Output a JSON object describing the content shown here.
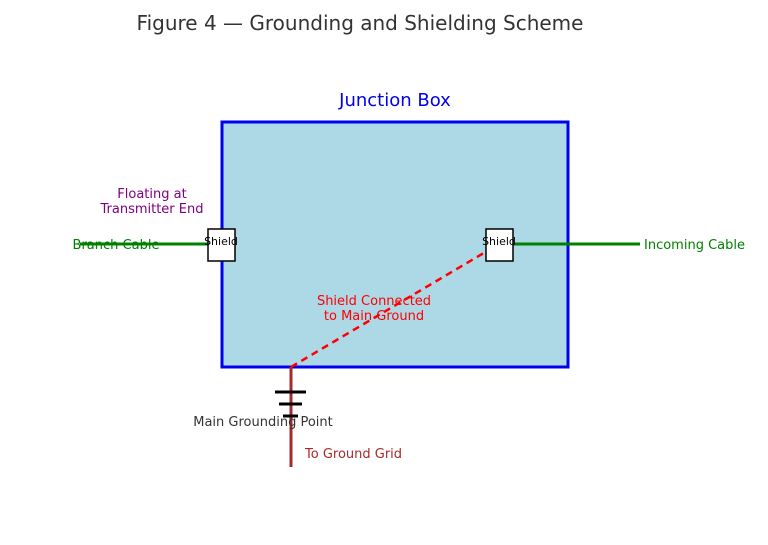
{
  "figure": {
    "title": "Figure 4 — Grounding and Shielding Scheme"
  },
  "junction_box": {
    "label": "Junction Box",
    "fill_color": "#add8e6",
    "border_color": "#0000ee"
  },
  "cables": {
    "incoming_label": "Incoming Cable",
    "branch_label": "Branch Cable",
    "color": "#008000"
  },
  "shields": {
    "left_label": "Shield",
    "right_label": "Shield"
  },
  "annotations": {
    "floating_line1": "Floating at",
    "floating_line2": "Transmitter End",
    "floating_color": "#800080",
    "shield_connected_line1": "Shield Connected",
    "shield_connected_line2": "to Main Ground",
    "shield_connected_color": "#ff0000"
  },
  "ground": {
    "main_point_label": "Main Grounding Point",
    "grid_label": "To Ground Grid",
    "conductor_color": "#a52a2a"
  }
}
